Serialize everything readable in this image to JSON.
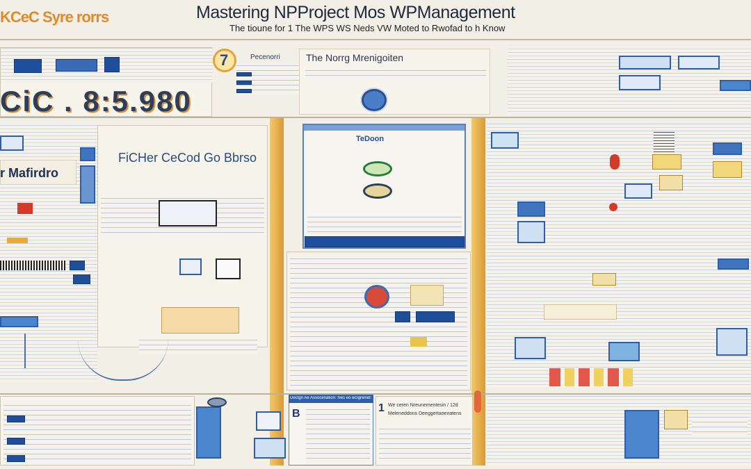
{
  "header": {
    "logo": "KCeC Syre rorrs",
    "title": "Mastering NPProject Mos WPManagement",
    "subtitle": "The tioune for 1 The WPS WS Neds VW Moted to Rwofad to h Know"
  },
  "badge": {
    "number": "7"
  },
  "panels": {
    "top_mid_label": "Pecenorri",
    "top_center_title": "The Norrg Mrenigoiten",
    "big_code": "CiC . 8:5.980",
    "left_heading": "r Mafirdro",
    "center_heading": "FiCHer CeCod Go Bbrso",
    "window_title": "TeDoon",
    "bottom_center_header": "Dectgn Ae Assocenation: Nes eo wclgrwnet Ns",
    "bottom_center_letter": "B",
    "bottom_right_number": "1",
    "bottom_right_line1": "We ceren Nreunementesin / 12d",
    "bottom_right_line2": "Meleneddons Deeggertaoenatens"
  },
  "colors": {
    "accent": "#2f5ea8",
    "orange": "#e9a93b",
    "red": "#d23a2a"
  },
  "icons": [
    "clock-icon",
    "monitor-icon",
    "gauge-icon",
    "router-icon",
    "screen-icon",
    "alert-icon"
  ]
}
